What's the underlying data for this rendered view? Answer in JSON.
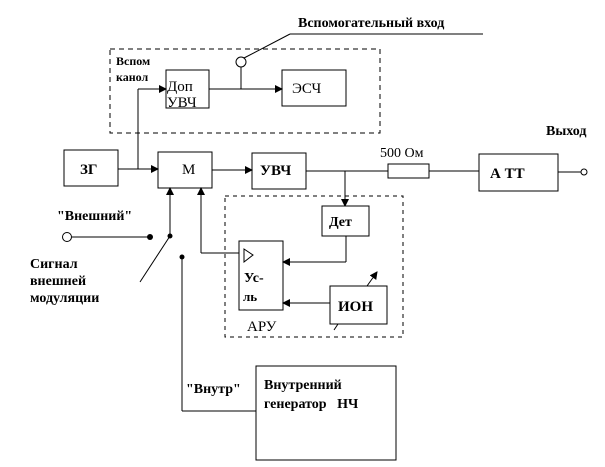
{
  "diagram": {
    "title": "",
    "colors": {
      "stroke": "#000000",
      "background": "#ffffff"
    },
    "labels": {
      "aux_input": "Вспомогательный вход",
      "aux_channel_line1": "Вспом",
      "aux_channel_line2": "канол",
      "output": "Выход",
      "resistor": "500 Ом",
      "external": "\"Внешний\"",
      "signal_line1": "Сигнал",
      "signal_line2": "внешней",
      "signal_line3": "модуляции",
      "internal": "\"Внутр\"",
      "agc_group": "АРУ"
    },
    "blocks": {
      "zg": "ЗГ",
      "m": "М",
      "uvch": "УВЧ",
      "dop_uvch_line1": "Доп",
      "dop_uvch_line2": "УВЧ",
      "esch": "ЭСЧ",
      "att": "А ТТ",
      "det": "Дет",
      "amp_line1": "Ус-",
      "amp_line2": "ль",
      "ion": "ИОН",
      "lf_gen_line1": "Внутренний",
      "lf_gen_line2": "генератор   НЧ"
    }
  }
}
